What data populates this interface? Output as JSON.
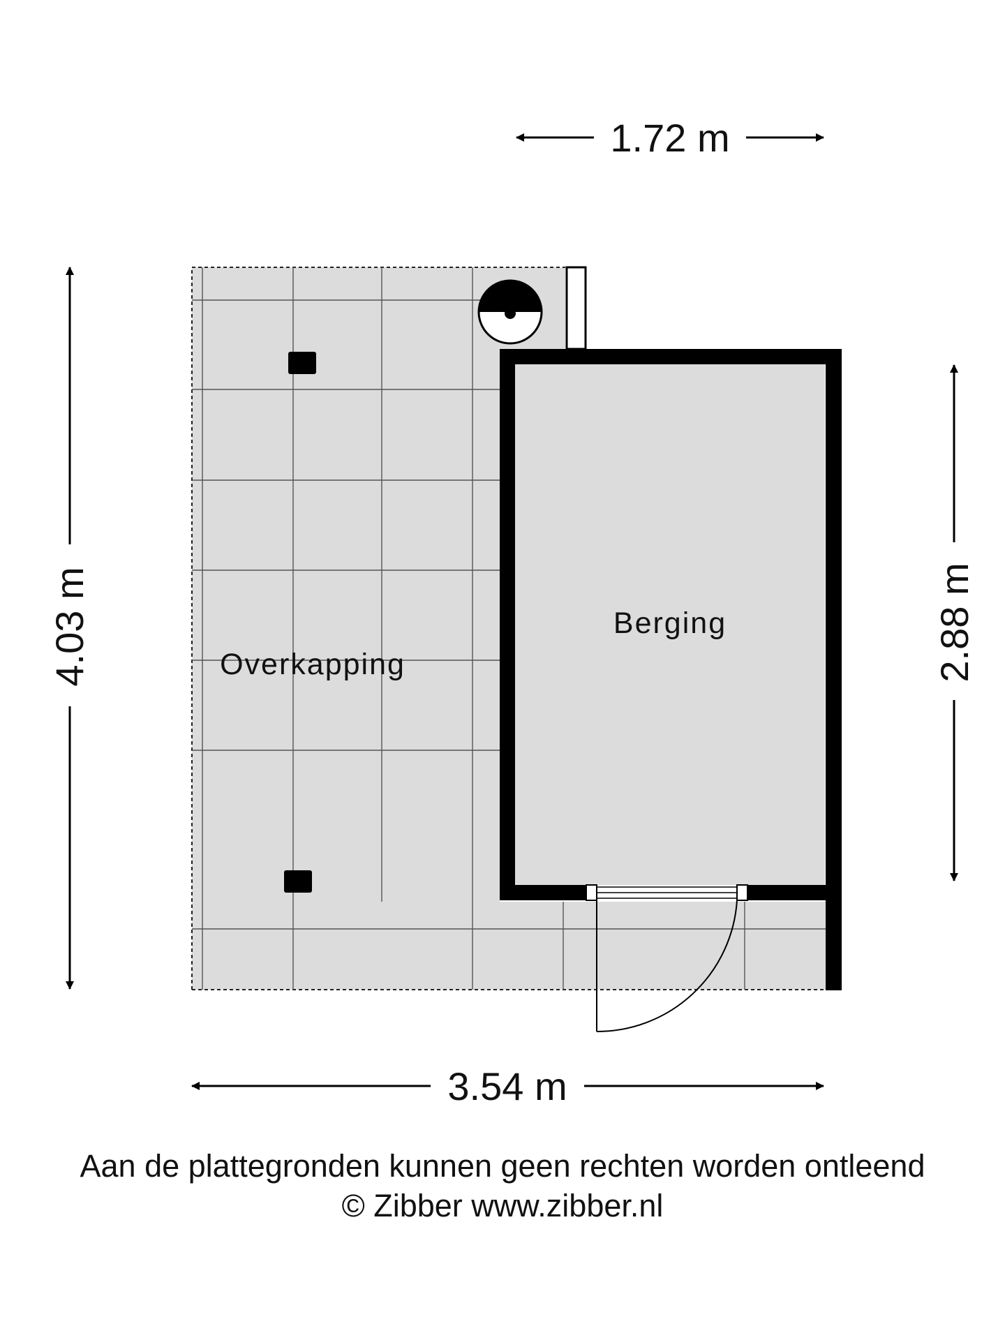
{
  "rooms": {
    "overkapping": "Overkapping",
    "berging": "Berging"
  },
  "dimensions": {
    "top_width": "1.72 m",
    "bottom_width": "3.54 m",
    "left_height": "4.03 m",
    "right_height": "2.88 m"
  },
  "footer": {
    "disclaimer": "Aan de plattegronden kunnen geen rechten worden ontleend",
    "credit": "© Zibber www.zibber.nl"
  },
  "colors": {
    "floor": "#dcdcdc",
    "wall": "#000000",
    "grid_line": "#555555"
  },
  "icons": {
    "drain": "drain-icon",
    "post": "post-icon",
    "door": "door-swing-icon"
  }
}
